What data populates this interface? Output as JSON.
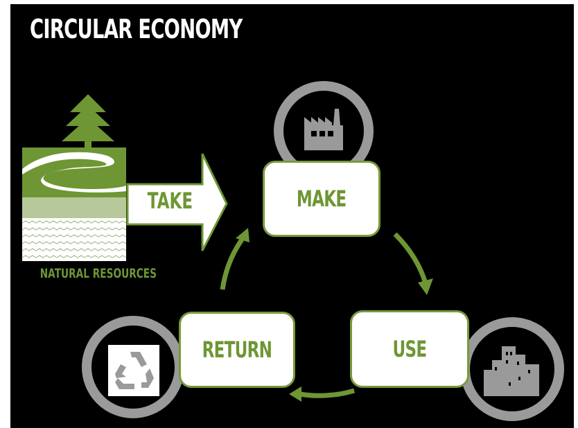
{
  "title": "CIRCULAR ECONOMY",
  "source": {
    "label": "NATURAL RESOURCES",
    "icon": "nature-landscape-icon"
  },
  "arrow": {
    "label": "TAKE"
  },
  "stages": [
    {
      "id": "make",
      "label": "MAKE",
      "icon": "factory-icon"
    },
    {
      "id": "use",
      "label": "USE",
      "icon": "city-buildings-icon"
    },
    {
      "id": "return",
      "label": "RETURN",
      "icon": "recycle-icon"
    }
  ],
  "colors": {
    "background": "#000000",
    "accent_green": "#6e9634",
    "ring_gray": "#9a9a9a",
    "box_fill": "#ffffff"
  }
}
